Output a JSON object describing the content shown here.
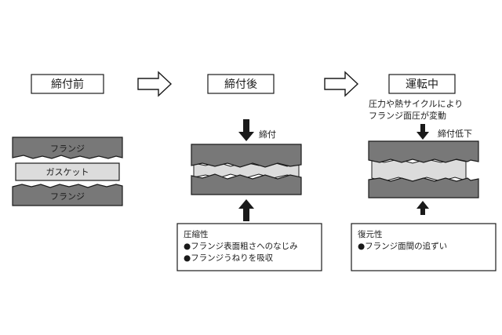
{
  "stages": [
    {
      "label": "締付前"
    },
    {
      "label": "締付後"
    },
    {
      "label": "運転中"
    }
  ],
  "before": {
    "flange_top": "フランジ",
    "gasket": "ガスケット",
    "flange_bottom": "フランジ"
  },
  "after": {
    "force_label": "締付",
    "note_title": "圧縮性",
    "note_lines": [
      "●フランジ表面粗さへのなじみ",
      "●フランジうねりを吸収"
    ]
  },
  "operation": {
    "cause_lines": [
      "圧力や熱サイクルにより",
      "フランジ面圧が変動"
    ],
    "force_label": "締付低下",
    "note_title": "復元性",
    "note_lines": [
      "●フランジ面間の追ずい"
    ]
  },
  "colors": {
    "flange": "#787878",
    "gasket": "#dcdcdc",
    "stroke": "#1a1a1a"
  }
}
